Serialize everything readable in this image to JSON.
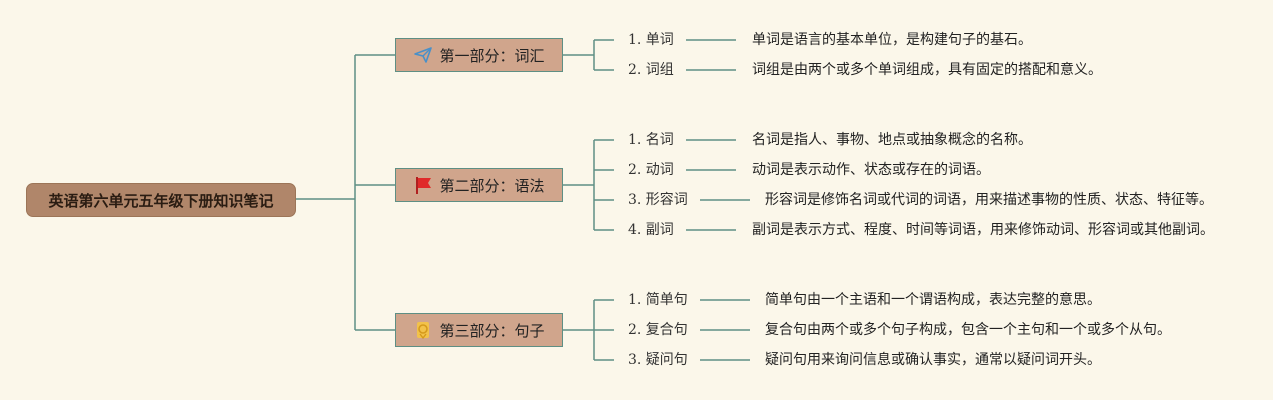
{
  "root": {
    "title": "英语第六单元五年级下册知识笔记"
  },
  "sections": [
    {
      "title": "第一部分：词汇",
      "icon": "paper-plane-icon",
      "items": [
        {
          "label": "1. 单词",
          "desc": "单词是语言的基本单位，是构建句子的基石。"
        },
        {
          "label": "2. 词组",
          "desc": "词组是由两个或多个单词组成，具有固定的搭配和意义。"
        }
      ]
    },
    {
      "title": "第二部分：语法",
      "icon": "flag-icon",
      "items": [
        {
          "label": "1. 名词",
          "desc": "名词是指人、事物、地点或抽象概念的名称。"
        },
        {
          "label": "2. 动词",
          "desc": "动词是表示动作、状态或存在的词语。"
        },
        {
          "label": "3. 形容词",
          "desc": "形容词是修饰名词或代词的词语，用来描述事物的性质、状态、特征等。"
        },
        {
          "label": "4. 副词",
          "desc": "副词是表示方式、程度、时间等词语，用来修饰动词、形容词或其他副词。"
        }
      ]
    },
    {
      "title": "第三部分：句子",
      "icon": "medal-icon",
      "items": [
        {
          "label": "1. 简单句",
          "desc": "简单句由一个主语和一个谓语构成，表达完整的意思。"
        },
        {
          "label": "2. 复合句",
          "desc": "复合句由两个或多个句子构成，包含一个主句和一个或多个从句。"
        },
        {
          "label": "3. 疑问句",
          "desc": "疑问句用来询问信息或确认事实，通常以疑问词开头。"
        }
      ]
    }
  ],
  "colors": {
    "line": "#5e8f84",
    "root": "#b0866a",
    "section": "#d0a58c",
    "background": "#fbf7ea"
  }
}
